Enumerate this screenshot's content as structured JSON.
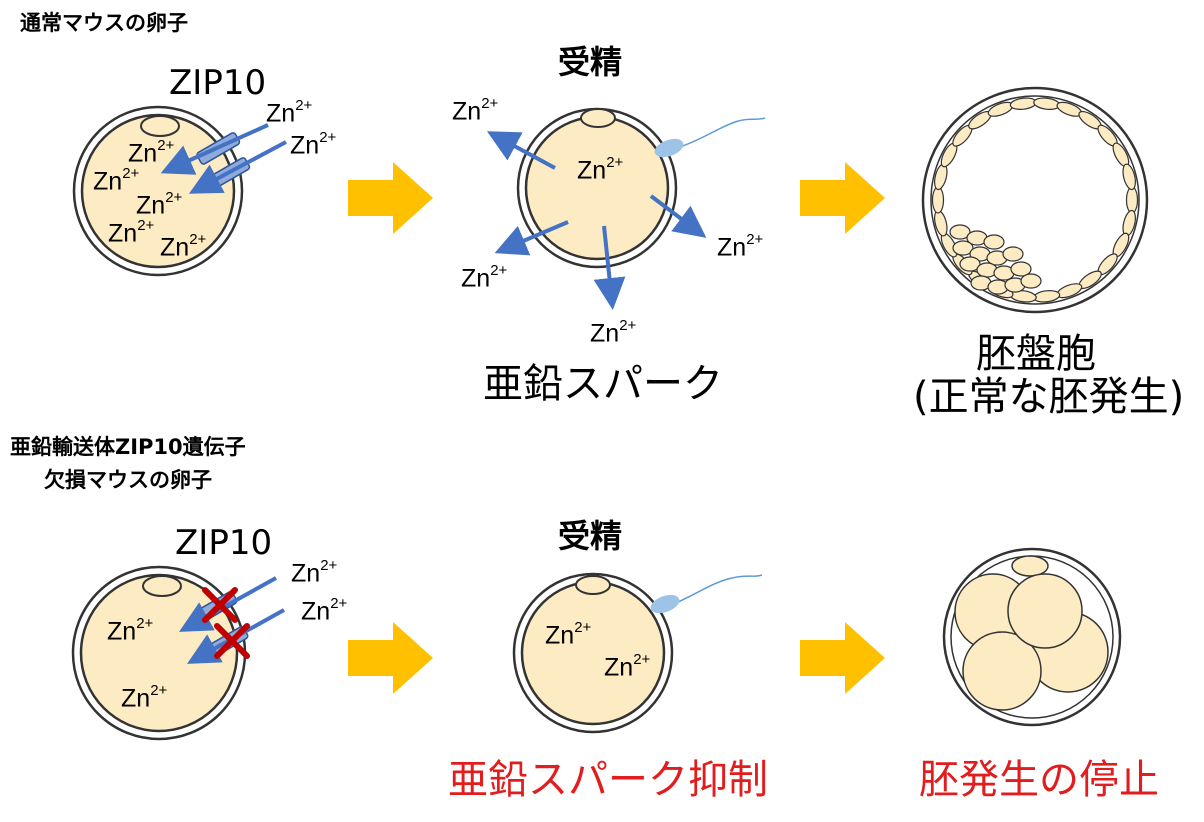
{
  "top": {
    "heading": "通常マウスの卵子",
    "zip_label": "ZIP10",
    "fertilization_label": "受精",
    "zinc_spark_label": "亜鉛スパーク",
    "blastocyst_label": "胚盤胞",
    "normal_development_label": "(正常な胚発生)"
  },
  "bottom": {
    "heading_line1": "亜鉛輸送体ZIP10遺伝子",
    "heading_line2": "欠損マウスの卵子",
    "zip_label": "ZIP10",
    "fertilization_label": "受精",
    "spark_suppressed_label": "亜鉛スパーク抑制",
    "arrest_label": "胚発生の停止"
  },
  "ion": {
    "base": "Zn",
    "charge": "2+"
  },
  "colors": {
    "cytoplasm": "#fcebc3",
    "membrane": "#333333",
    "arrow_blue": "#4472c4",
    "transporter": "#8faadc",
    "stage_arrow": "#ffc000",
    "inhibit_cross": "#c00000",
    "highlight_red": "#e11d1d",
    "sperm": "#9dc3e6"
  }
}
